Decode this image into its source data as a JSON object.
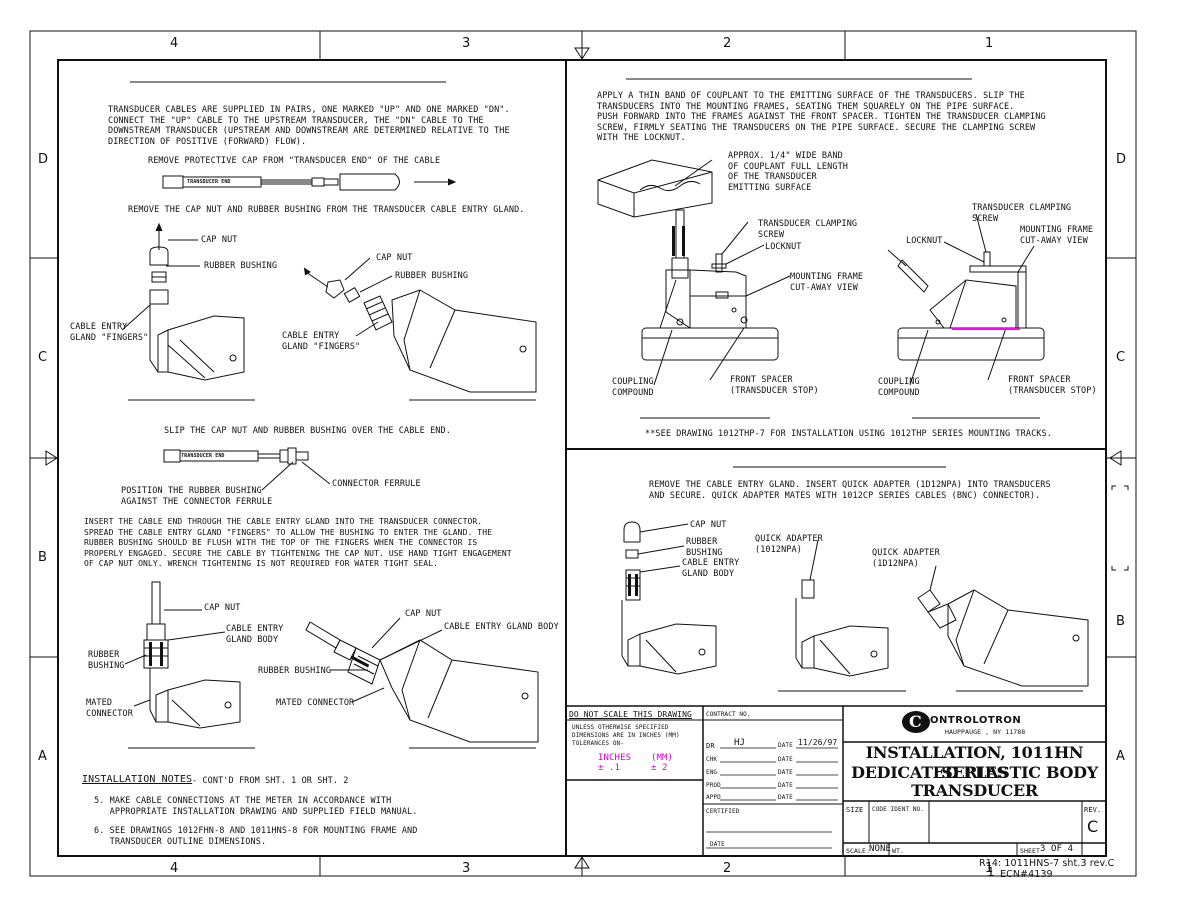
{
  "zones": {
    "top": [
      "4",
      "3",
      "2",
      "1"
    ],
    "bottom": [
      "4",
      "3",
      "2",
      "1"
    ],
    "left": [
      "D",
      "C",
      "B",
      "A"
    ],
    "right": [
      "D",
      "C",
      "B",
      "A"
    ]
  },
  "panel_a": {
    "intro": "TRANSDUCER CABLES ARE SUPPLIED IN PAIRS, ONE MARKED \"UP\" AND ONE MARKED \"DN\".\nCONNECT THE \"UP\" CABLE TO THE UPSTREAM TRANSDUCER, THE \"DN\" CABLE TO THE\nDOWNSTREAM TRANSDUCER (UPSTREAM AND DOWNSTREAM ARE DETERMINED RELATIVE TO THE\nDIRECTION OF POSITIVE (FORWARD) FLOW).",
    "step1": "REMOVE PROTECTIVE CAP FROM \"TRANSDUCER END\" OF THE CABLE",
    "cable_tag": "TRANSDUCER END",
    "step2": "REMOVE THE CAP NUT AND RUBBER BUSHING FROM THE TRANSDUCER CABLE ENTRY GLAND.",
    "cap_nut": "CAP NUT",
    "rubber_bushing": "RUBBER BUSHING",
    "cable_entry_fingers": "CABLE ENTRY\nGLAND \"FINGERS\""
  },
  "panel_b": {
    "step3": "SLIP THE CAP NUT AND RUBBER BUSHING OVER THE CABLE END.",
    "connector_ferrule": "CONNECTOR FERRULE",
    "position_note": "POSITION THE RUBBER BUSHING\nAGAINST THE CONNECTOR FERRULE",
    "insert_text": "INSERT THE CABLE END THROUGH THE CABLE ENTRY GLAND INTO THE TRANSDUCER CONNECTOR.\nSPREAD THE CABLE ENTRY GLAND \"FINGERS\" TO ALLOW THE BUSHING TO ENTER THE GLAND. THE\nRUBBER BUSHING SHOULD BE FLUSH WITH THE TOP OF THE FINGERS WHEN THE CONNECTOR IS\nPROPERLY ENGAGED. SECURE THE CABLE BY TIGHTENING THE CAP NUT. USE HAND TIGHT ENGAGEMENT\nOF CAP NUT ONLY. WRENCH TIGHTENING IS NOT REQUIRED FOR WATER TIGHT SEAL.",
    "cap_nut": "CAP NUT",
    "cable_entry_gland_body": "CABLE ENTRY\nGLAND BODY",
    "cable_entry_gland_body_1line": "CABLE ENTRY GLAND BODY",
    "rubber_bushing_2line": "RUBBER\nBUSHING",
    "rubber_bushing": "RUBBER BUSHING",
    "mated_connector_2line": "MATED\nCONNECTOR",
    "mated_connector": "MATED CONNECTOR"
  },
  "notes": {
    "heading": "INSTALLATION NOTES",
    "continued": "- CONT'D FROM SHT. 1 OR SHT. 2",
    "note5": "5. MAKE CABLE CONNECTIONS AT THE METER IN ACCORDANCE WITH\n   APPROPRIATE INSTALLATION DRAWING AND SUPPLIED FIELD MANUAL.",
    "note6": "6. SEE DRAWINGS 1012FHN-8 AND 1011HNS-8 FOR MOUNTING FRAME AND\n   TRANSDUCER OUTLINE DIMENSIONS."
  },
  "panel_c": {
    "intro": "APPLY A THIN BAND OF COUPLANT TO THE EMITTING SURFACE OF THE TRANSDUCERS. SLIP THE\nTRANSDUCERS INTO THE MOUNTING FRAMES, SEATING THEM SQUARELY ON THE PIPE SURFACE.\nPUSH FORWARD INTO THE FRAMES AGAINST THE FRONT SPACER. TIGHTEN THE TRANSDUCER CLAMPING\nSCREW, FIRMLY SEATING THE TRANSDUCERS ON THE PIPE SURFACE. SECURE THE CLAMPING SCREW\nWITH THE LOCKNUT.",
    "couplant_note": "APPROX. 1/4\" WIDE BAND\nOF COUPLANT FULL LENGTH\nOF THE TRANSDUCER\nEMITTING SURFACE",
    "clamping_screw": "TRANSDUCER CLAMPING\nSCREW",
    "locknut": "LOCKNUT",
    "mounting_frame": "MOUNTING FRAME\nCUT-AWAY VIEW",
    "coupling_compound": "COUPLING\nCOMPOUND",
    "front_spacer": "FRONT SPACER\n(TRANSDUCER STOP)",
    "see_note": "**SEE DRAWING 1012THP-7 FOR INSTALLATION USING 1012THP SERIES MOUNTING TRACKS."
  },
  "panel_d": {
    "intro": "REMOVE THE CABLE ENTRY GLAND. INSERT QUICK ADAPTER (1D12NPA) INTO TRANSDUCERS\nAND SECURE. QUICK ADAPTER MATES WITH 1012CP SERIES CABLES (BNC) CONNECTOR).",
    "cap_nut": "CAP NUT",
    "rubber_bushing": "RUBBER\nBUSHING",
    "cable_entry_gland_body": "CABLE ENTRY\nGLAND BODY",
    "quick_adapter_1": "QUICK ADAPTER\n(1012NPA)",
    "quick_adapter_2": "QUICK ADAPTER\n(1D12NPA)"
  },
  "title_block": {
    "do_not_scale": "DO NOT SCALE THIS DRAWING",
    "unless": "UNLESS OTHERWISE SPECIFIED\nDIMENSIONS ARE IN INCHES (MM)\nTOLERANCES ON-",
    "inches": "INCHES",
    "inches_tol": "± .1",
    "mm": "(MM)",
    "mm_tol": "± 2",
    "contract_no": "CONTRACT NO.",
    "dr": "DR",
    "dr_value": "HJ",
    "date_label": "DATE",
    "dr_date": "11/26/97",
    "chk": "CHK",
    "eng": "ENG",
    "prod": "PROD",
    "appd": "APPD",
    "certified": "CERTIFIED",
    "company": "ONTROLOTRON",
    "company_initial": "C",
    "address": "HAUPPAUGE , NY 11788",
    "title_line1": "INSTALLATION, 1011HN SERIES",
    "title_line2": "DEDICATED PLASTIC BODY",
    "title_line3": "TRANSDUCER",
    "size": "SIZE",
    "code_ident": "CODE IDENT NO.",
    "rev": "REV.",
    "rev_value": "C",
    "scale": "SCALE:",
    "scale_value": "NONE",
    "wt": "WT.",
    "sheet": "SHEET",
    "sheet_value": "3  OF  4",
    "file_ref": "R14: 1011HNS-7 sht.3 rev.C",
    "ecn_prefix": "1",
    "ecn": "ECN#4139"
  }
}
